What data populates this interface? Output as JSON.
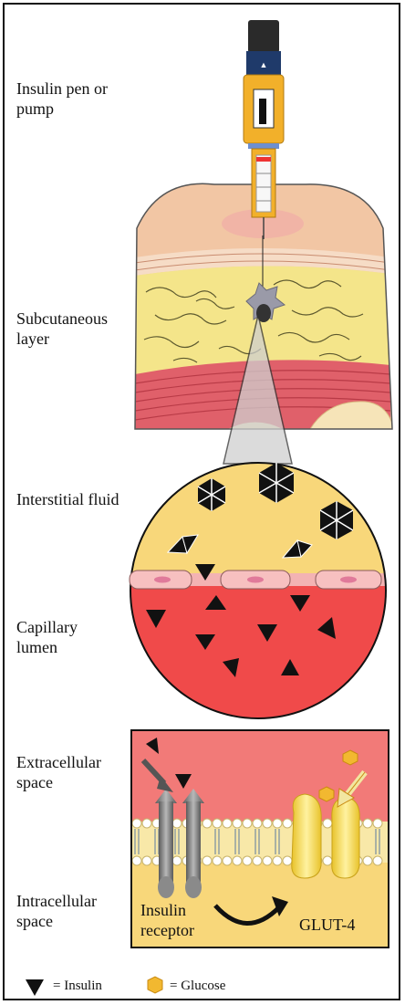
{
  "labels": {
    "pen": "Insulin pen or pump",
    "subcutaneous": "Subcutaneous layer",
    "interstitial": "Interstitial  fluid",
    "capillary": "Capillary lumen",
    "extracellular": "Extracellular space",
    "intracellular": "Intracellular space",
    "receptor": "Insulin receptor",
    "glut": "GLUT-4"
  },
  "legend": {
    "insulin": "= Insulin",
    "glucose": "= Glucose"
  },
  "colors": {
    "skin": "#f2c6a4",
    "fat": "#f4e58a",
    "muscle": "#e0606a",
    "fluid": "#f8d77a",
    "blood": "#f04a4a",
    "extracellular": "#f27a78",
    "intracellular": "#f8d77a",
    "pen": "#f2b02a"
  }
}
